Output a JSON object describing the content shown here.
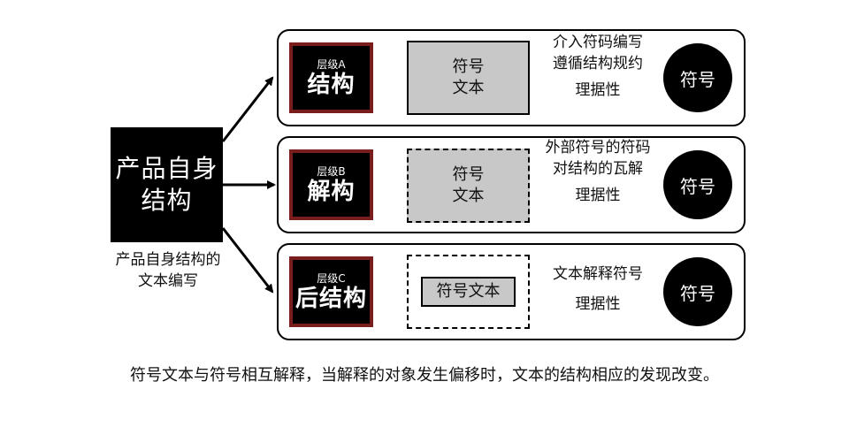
{
  "source": {
    "lines": [
      "产品自身",
      "结构"
    ],
    "caption": [
      "产品自身结构的",
      "文本编写"
    ]
  },
  "rows": [
    {
      "layer_tag": "层级A",
      "layer_name": "结构",
      "text_lines": [
        "符号",
        "文本"
      ],
      "note_lines": [
        "介入符码编写",
        "遵循结构规约",
        "理据性"
      ],
      "symbol": "符号"
    },
    {
      "layer_tag": "层级B",
      "layer_name": "解构",
      "text_lines": [
        "符号",
        "文本"
      ],
      "note_lines": [
        "外部符号的符码",
        "对结构的瓦解",
        "理据性"
      ],
      "symbol": "符号"
    },
    {
      "layer_tag": "层级C",
      "layer_name": "后结构",
      "text_lines": [
        "符号文本"
      ],
      "note_lines": [
        "文本解释符号",
        "理据性"
      ],
      "symbol": "符号"
    }
  ],
  "caption": "符号文本与符号相互解释，当解释的对象发生偏移时，文本的结构相应的发现改变。"
}
